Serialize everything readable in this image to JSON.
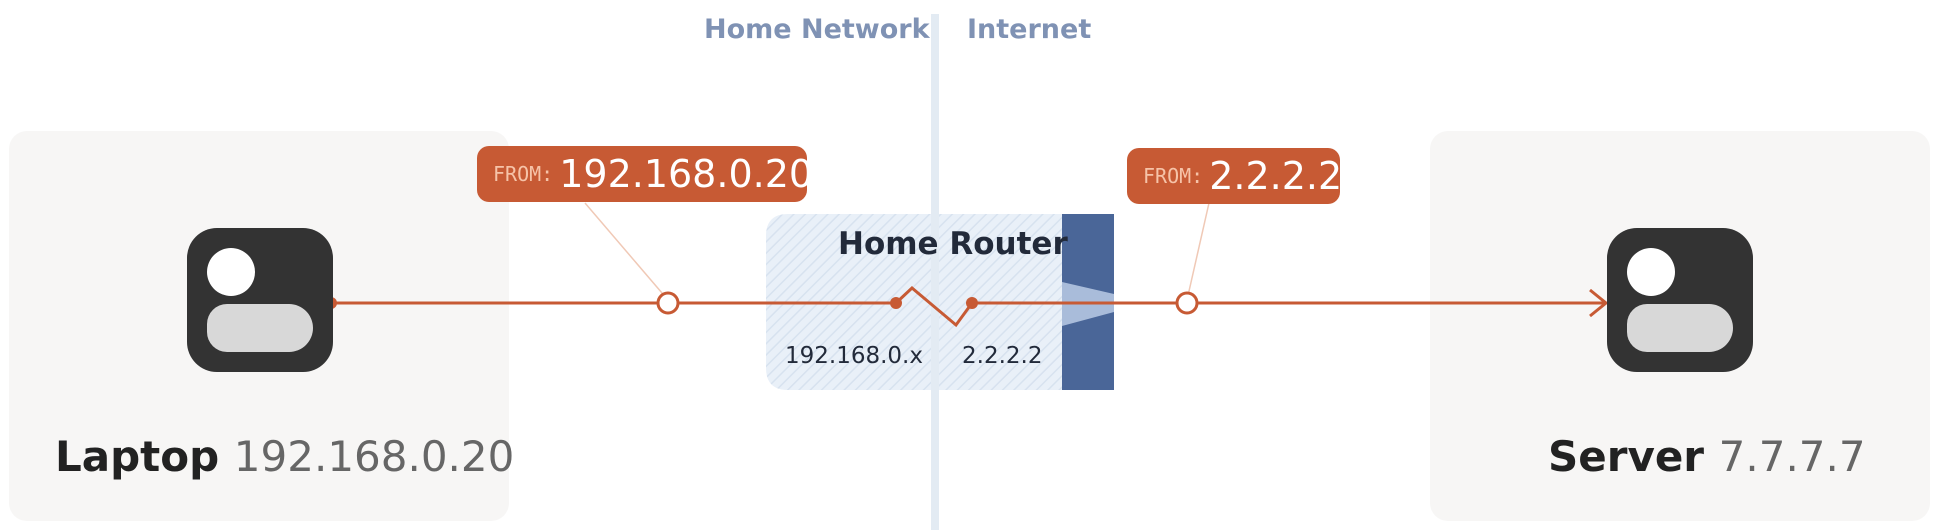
{
  "zones": {
    "home_network": "Home Network",
    "internet": "Internet"
  },
  "laptop": {
    "name": "Laptop",
    "ip": "192.168.0.20",
    "icon": "user-device-icon"
  },
  "server": {
    "name": "Server",
    "ip": "7.7.7.7",
    "icon": "user-device-icon"
  },
  "router": {
    "title": "Home Router",
    "lan_ip": "192.168.0.x",
    "wan_ip": "2.2.2.2"
  },
  "packets": {
    "inside": {
      "prefix": "FROM:",
      "value": "192.168.0.20"
    },
    "outside": {
      "prefix": "FROM:",
      "value": "2.2.2.2"
    }
  },
  "colors": {
    "packet": "#c75a34",
    "divider": "#e3ebf3",
    "router_fill": "#e6eef7",
    "router_port": "#4a6698",
    "zone_label": "#7f92b4",
    "panel": "#f7f6f5",
    "icon_dark": "#333333"
  }
}
